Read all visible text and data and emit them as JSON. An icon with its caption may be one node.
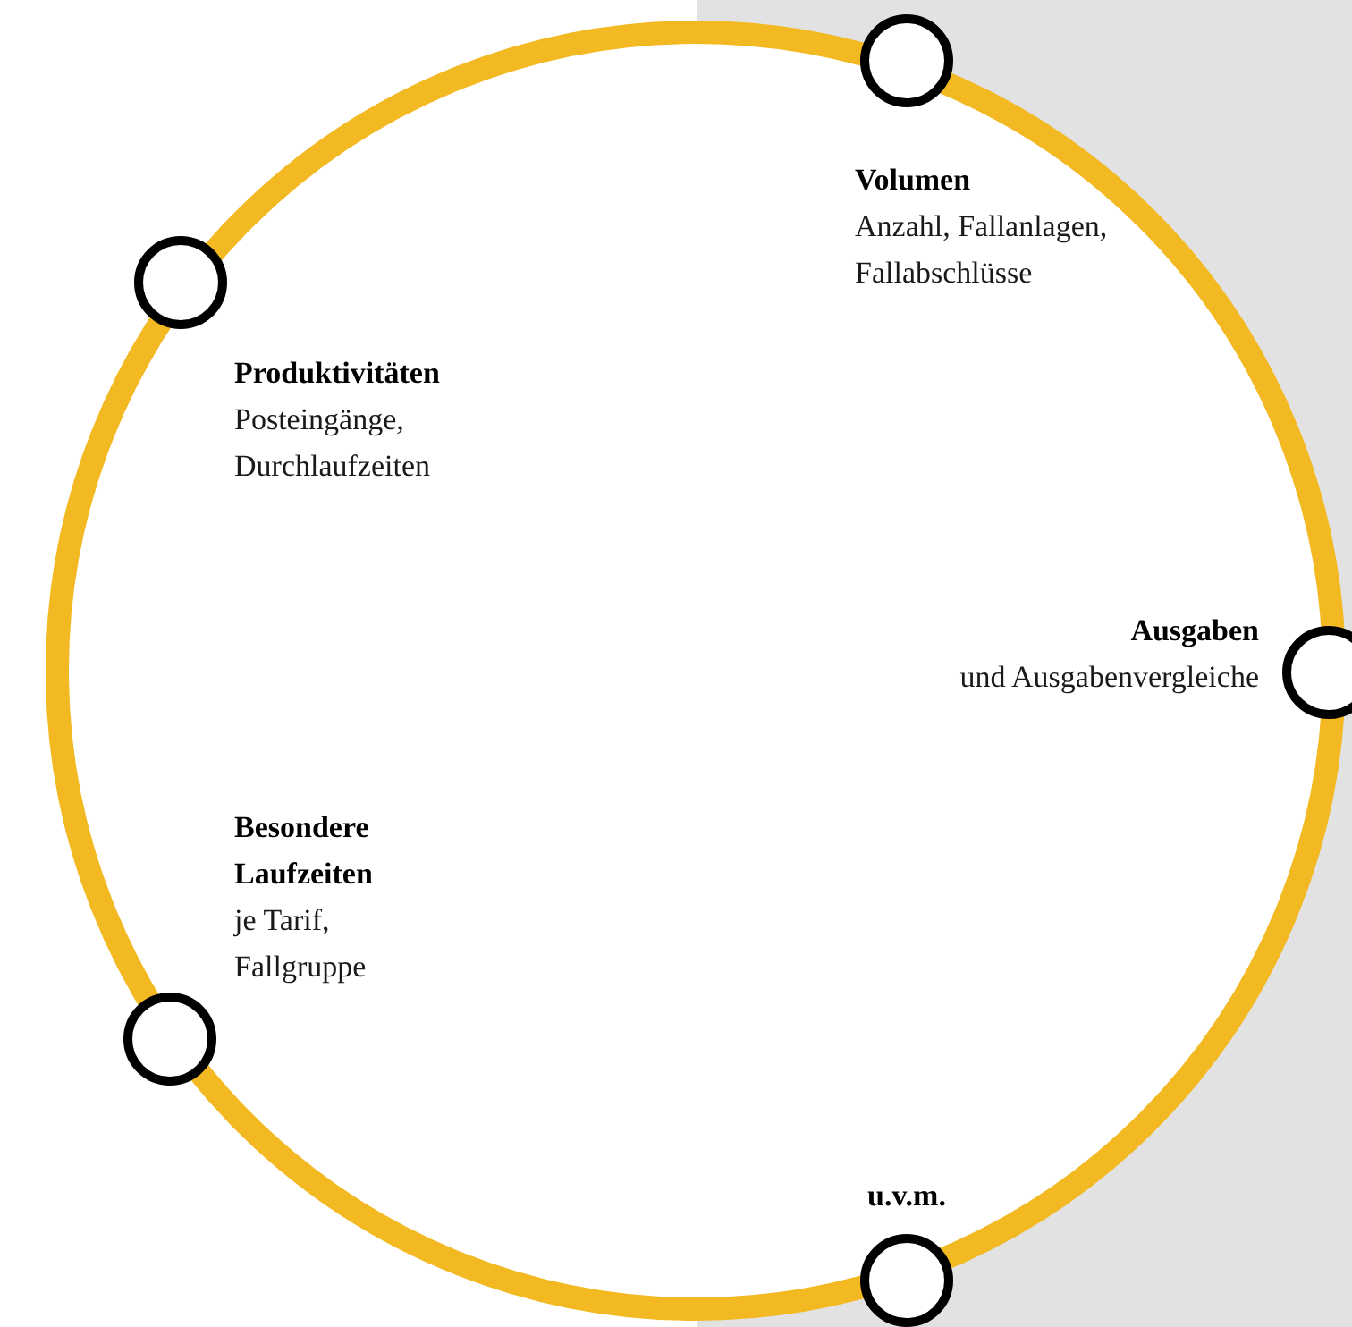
{
  "diagram": {
    "nodes": [
      {
        "text": [],
        "shape": "circle",
        "beside": [
          "Volumen",
          "Anzahl, Fallanlagen, Fallabschlüsse"
        ]
      },
      {
        "text": [],
        "shape": "circle",
        "beside": [
          "Produktivitäten",
          "Posteingänge, Durchlaufzeiten"
        ]
      },
      {
        "text": [],
        "shape": "circle",
        "beside": [
          "Ausgaben",
          "und Ausgabenvergleiche"
        ]
      },
      {
        "text": [],
        "shape": "circle",
        "beside": [
          "Besondere Laufzeiten",
          "je Tarif, Fallgruppe"
        ]
      },
      {
        "text": [],
        "shape": "circle",
        "beside": [
          "u.v.m."
        ]
      }
    ]
  }
}
